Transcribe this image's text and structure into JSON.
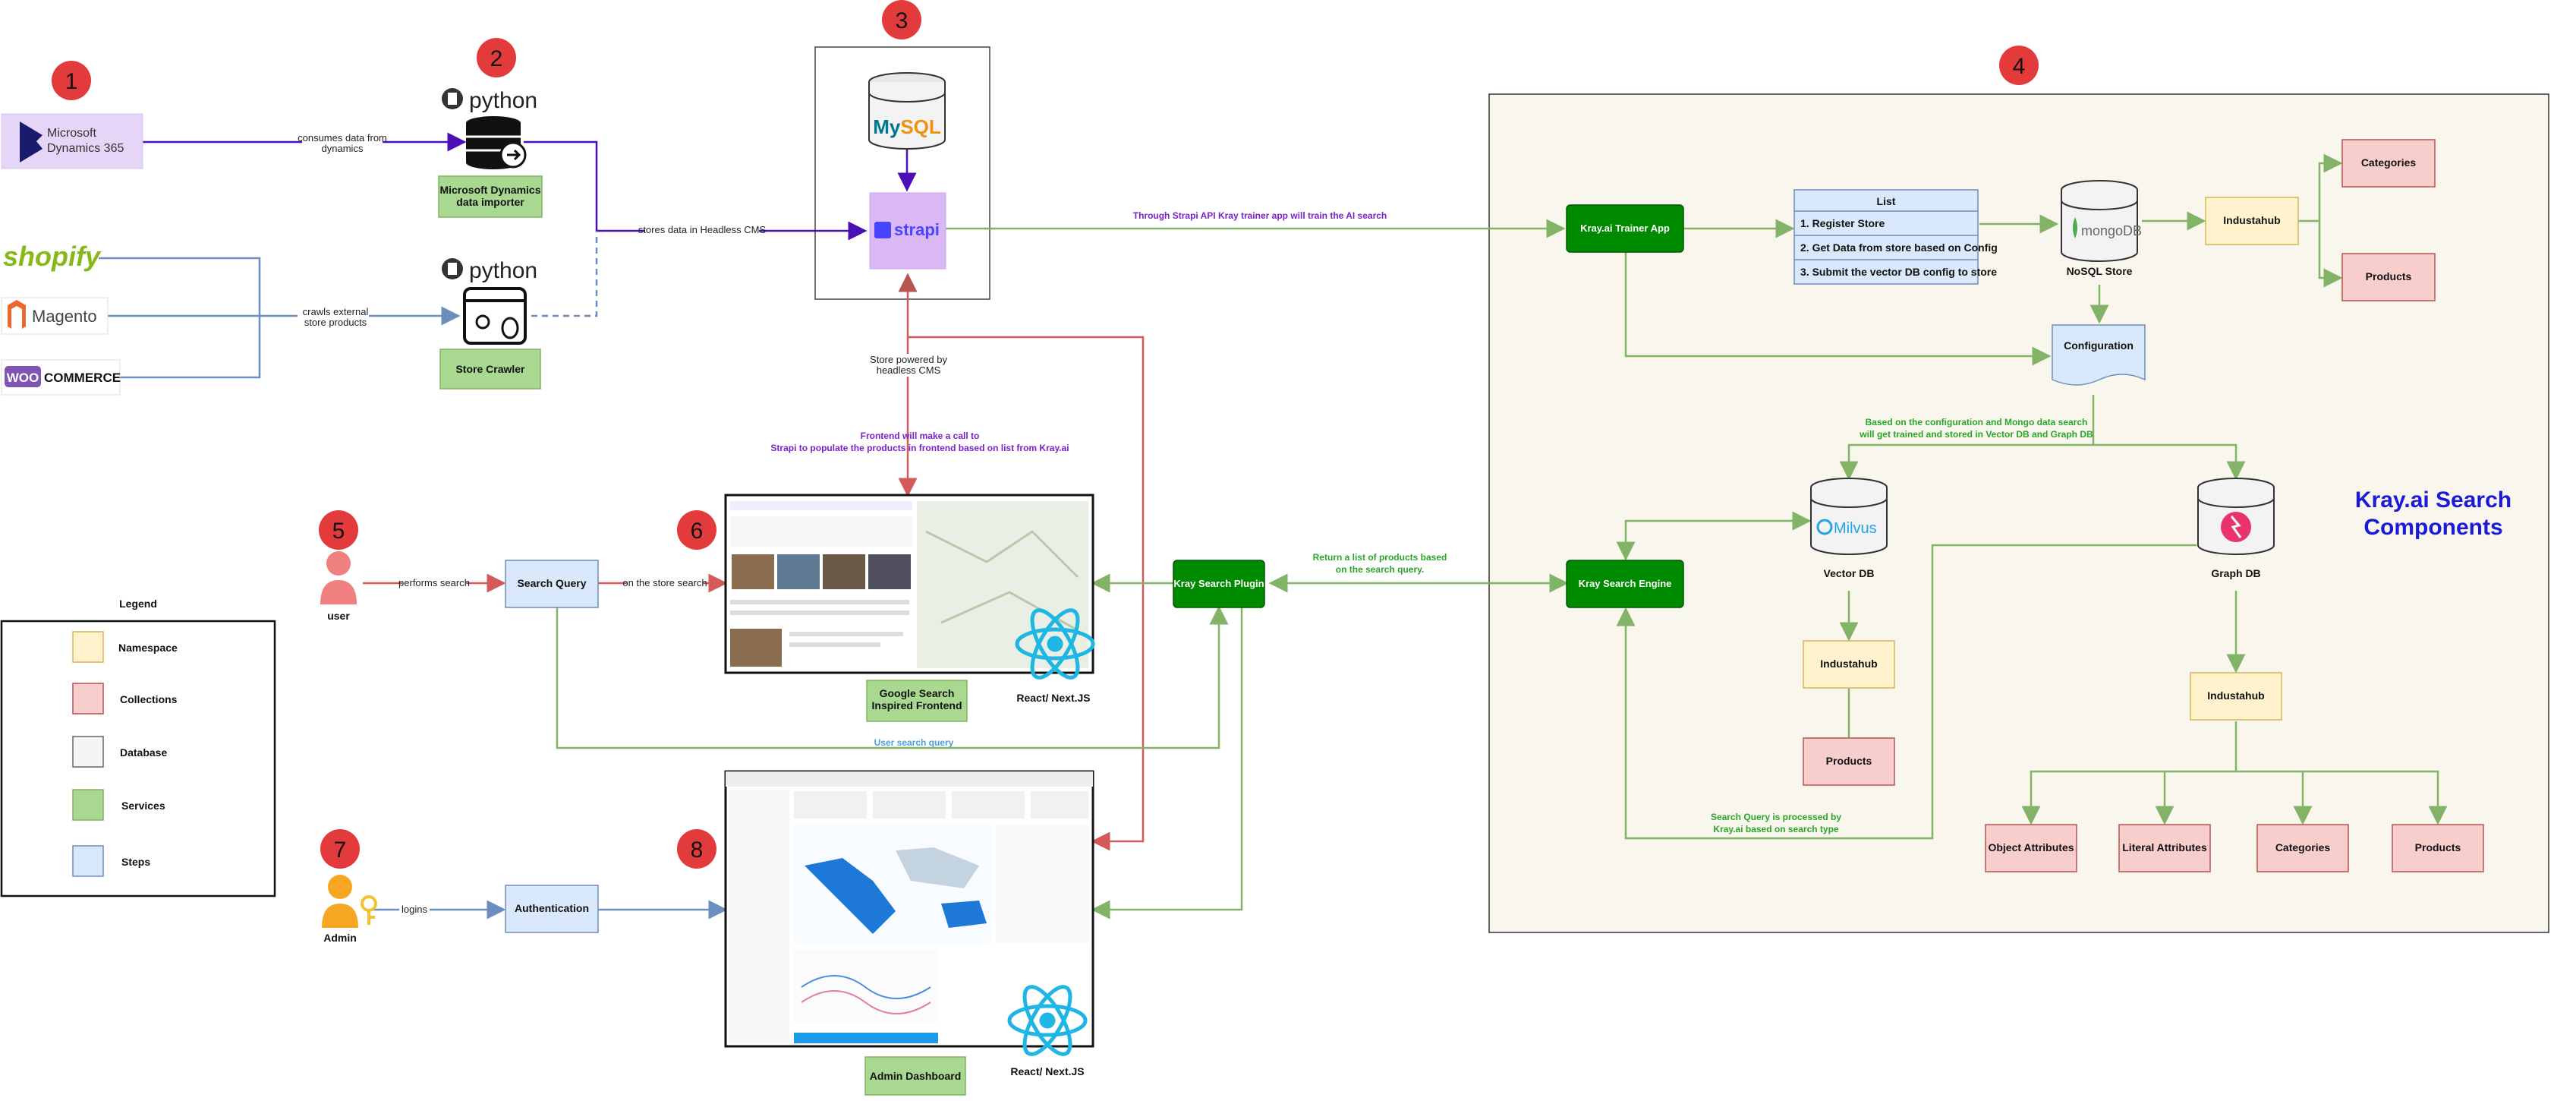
{
  "title": "Kray.ai Search Components",
  "colors": {
    "namespace_fill": "#fff2cc",
    "namespace_stroke": "#d6b656",
    "collection_fill": "#f8cecc",
    "collection_stroke": "#b85450",
    "database_fill": "#f5f5f5",
    "database_stroke": "#666666",
    "service_fill": "#d5e8d4",
    "service_stroke": "#82b366",
    "step_fill": "#dae8fc",
    "step_stroke": "#6c8ebf",
    "dark_service": "#008a00",
    "marker": "#e33b3b",
    "purple_edge": "#4b0fb8",
    "blue_edge": "#6c8ebf",
    "green_edge": "#82b366",
    "red_edge": "#b85450"
  },
  "markers": [
    "1",
    "2",
    "3",
    "4",
    "5",
    "6",
    "7",
    "8"
  ],
  "sources": {
    "dynamics": "Microsoft Dynamics 365",
    "shopify": "shopify",
    "magento": "Magento",
    "woocommerce": "WOOCOMMERCE"
  },
  "python_label": "python",
  "importer": "Microsoft Dynamics data importer",
  "crawler": "Store Crawler",
  "mysql": "MySQL",
  "strapi": "strapi",
  "edges": {
    "consumes": "consumes data from dynamics",
    "crawls": "crawls external store products",
    "stores_cms": "stores data in Headless CMS",
    "trainer_api": "Through Strapi API Kray trainer app will train the AI search",
    "store_powered": "Store powered by headless CMS",
    "frontend_call_1": "Frontend will make a call to",
    "frontend_call_2": "Strapi to populate the products in frontend based on list from Kray.ai",
    "performs": "performs search",
    "on_store": "on the store search",
    "return_list_1": "Return a list of products based",
    "return_list_2": "on the search query.",
    "user_query": "User search query",
    "login": "logins",
    "config_based_1": "Based on the configuration and Mongo data search",
    "config_based_2": "will get trained and stored in Vector DB and Graph DB",
    "processed_1": "Search Query is processed by",
    "processed_2": "Kray.ai based on search type"
  },
  "frontend_label": "Google Search Inspired Frontend",
  "react_label": "React/ Next.JS",
  "user_label": "user",
  "admin_label": "Admin",
  "search_query": "Search Query",
  "authentication": "Authentication",
  "admin_dashboard": "Admin Dashboard",
  "plugin": "Kray Search Plugin",
  "trainer": "Kray.ai Trainer App",
  "engine": "Kray Search Engine",
  "list": {
    "header": "List",
    "items": [
      "1. Register Store",
      "2. Get Data from store based on Config",
      "3. Submit the vector DB config to store"
    ]
  },
  "mongo": "mongoDB",
  "nosql": "NoSQL Store",
  "configuration": "Configuration",
  "industahub": "Industahub",
  "categories": "Categories",
  "products": "Products",
  "milvus": "Milvus",
  "vector_db": "Vector DB",
  "graph_db": "Graph DB",
  "object_attr": "Object Attributes",
  "literal_attr": "Literal Attributes",
  "legend": {
    "title": "Legend",
    "items": [
      "Namespace",
      "Collections",
      "Database",
      "Services",
      "Steps"
    ]
  }
}
